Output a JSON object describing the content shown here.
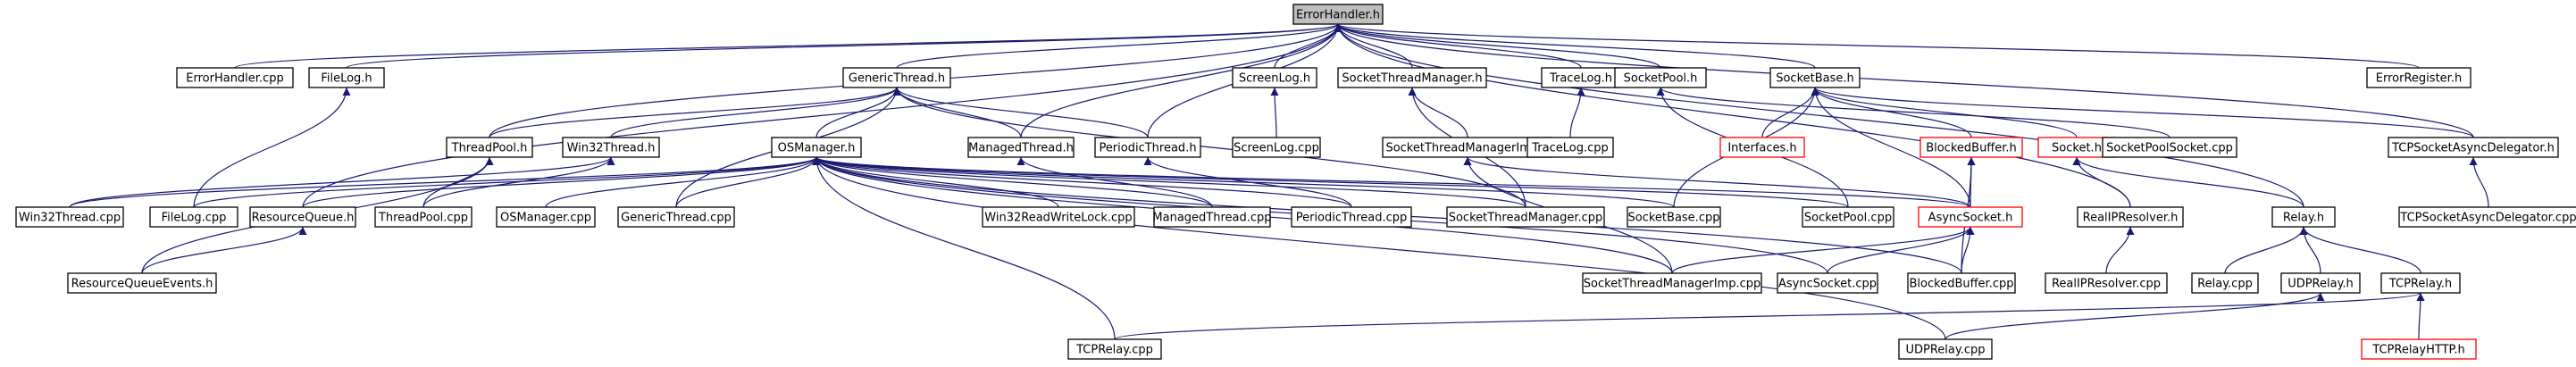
{
  "diagram": {
    "title": "",
    "colors": {
      "edge": "#191970",
      "node_border": "#000000",
      "missing_border": "#ff0000",
      "root_fill": "#bfbfbf"
    },
    "nodes": [
      {
        "id": "ErrorHandler_h",
        "label": "ErrorHandler.h",
        "root": true
      },
      {
        "id": "ErrorHandler_cpp",
        "label": "ErrorHandler.cpp"
      },
      {
        "id": "FileLog_h",
        "label": "FileLog.h"
      },
      {
        "id": "GenericThread_h",
        "label": "GenericThread.h"
      },
      {
        "id": "ScreenLog_h",
        "label": "ScreenLog.h"
      },
      {
        "id": "SocketThreadManager_h",
        "label": "SocketThreadManager.h"
      },
      {
        "id": "TraceLog_h",
        "label": "TraceLog.h"
      },
      {
        "id": "SocketBase_h",
        "label": "SocketBase.h"
      },
      {
        "id": "SocketPool_h",
        "label": "SocketPool.h"
      },
      {
        "id": "ErrorRegister_h",
        "label": "ErrorRegister.h"
      },
      {
        "id": "ThreadPool_h",
        "label": "ThreadPool.h"
      },
      {
        "id": "Win32Thread_h",
        "label": "Win32Thread.h"
      },
      {
        "id": "OSManager_h",
        "label": "OSManager.h"
      },
      {
        "id": "ManagedThread_h",
        "label": "ManagedThread.h"
      },
      {
        "id": "PeriodicThread_h",
        "label": "PeriodicThread.h"
      },
      {
        "id": "ScreenLog_cpp",
        "label": "ScreenLog.cpp"
      },
      {
        "id": "SocketThreadManagerImp_h",
        "label": "SocketThreadManagerImp.h"
      },
      {
        "id": "TraceLog_cpp",
        "label": "TraceLog.cpp"
      },
      {
        "id": "Interfaces_h",
        "label": "Interfaces.h",
        "missing": true
      },
      {
        "id": "BlockedBuffer_h",
        "label": "BlockedBuffer.h",
        "missing": true
      },
      {
        "id": "Socket_h",
        "label": "Socket.h",
        "missing": true
      },
      {
        "id": "SocketPoolSocket_cpp",
        "label": "SocketPoolSocket.cpp"
      },
      {
        "id": "TCPSocketAsyncDelegator_h",
        "label": "TCPSocketAsyncDelegator.h"
      },
      {
        "id": "Win32Thread_cpp",
        "label": "Win32Thread.cpp"
      },
      {
        "id": "FileLog_cpp",
        "label": "FileLog.cpp"
      },
      {
        "id": "ResourceQueue_h",
        "label": "ResourceQueue.h"
      },
      {
        "id": "ThreadPool_cpp",
        "label": "ThreadPool.cpp"
      },
      {
        "id": "OSManager_cpp",
        "label": "OSManager.cpp"
      },
      {
        "id": "GenericThread_cpp",
        "label": "GenericThread.cpp"
      },
      {
        "id": "Win32ReadWriteLock_cpp",
        "label": "Win32ReadWriteLock.cpp"
      },
      {
        "id": "ManagedThread_cpp",
        "label": "ManagedThread.cpp"
      },
      {
        "id": "PeriodicThread_cpp",
        "label": "PeriodicThread.cpp"
      },
      {
        "id": "SocketThreadManager_cpp",
        "label": "SocketThreadManager.cpp"
      },
      {
        "id": "SocketBase_cpp",
        "label": "SocketBase.cpp"
      },
      {
        "id": "SocketPool_cpp",
        "label": "SocketPool.cpp"
      },
      {
        "id": "AsyncSocket_h",
        "label": "AsyncSocket.h",
        "missing": true
      },
      {
        "id": "RealIPResolver_h",
        "label": "RealIPResolver.h"
      },
      {
        "id": "Relay_h",
        "label": "Relay.h"
      },
      {
        "id": "TCPSocketAsyncDelegator_cpp",
        "label": "TCPSocketAsyncDelegator.cpp"
      },
      {
        "id": "ResourceQueueEvents_h",
        "label": "ResourceQueueEvents.h"
      },
      {
        "id": "SocketThreadManagerImp_cpp",
        "label": "SocketThreadManagerImp.cpp"
      },
      {
        "id": "AsyncSocket_cpp",
        "label": "AsyncSocket.cpp"
      },
      {
        "id": "BlockedBuffer_cpp",
        "label": "BlockedBuffer.cpp"
      },
      {
        "id": "RealIPResolver_cpp",
        "label": "RealIPResolver.cpp"
      },
      {
        "id": "Relay_cpp",
        "label": "Relay.cpp"
      },
      {
        "id": "UDPRelay_h",
        "label": "UDPRelay.h"
      },
      {
        "id": "TCPRelay_h",
        "label": "TCPRelay.h"
      },
      {
        "id": "TCPRelay_cpp",
        "label": "TCPRelay.cpp"
      },
      {
        "id": "UDPRelay_cpp",
        "label": "UDPRelay.cpp"
      },
      {
        "id": "TCPRelayHTTP_h",
        "label": "TCPRelayHTTP.h",
        "missing": true
      }
    ],
    "edges": [
      [
        "ErrorHandler_cpp",
        "ErrorHandler_h"
      ],
      [
        "FileLog_h",
        "ErrorHandler_h"
      ],
      [
        "GenericThread_h",
        "ErrorHandler_h"
      ],
      [
        "ScreenLog_h",
        "ErrorHandler_h"
      ],
      [
        "SocketThreadManager_h",
        "ErrorHandler_h"
      ],
      [
        "TraceLog_h",
        "ErrorHandler_h"
      ],
      [
        "SocketBase_h",
        "ErrorHandler_h"
      ],
      [
        "SocketPool_h",
        "ErrorHandler_h"
      ],
      [
        "ErrorRegister_h",
        "ErrorHandler_h"
      ],
      [
        "ThreadPool_h",
        "ErrorHandler_h"
      ],
      [
        "ManagedThread_h",
        "ErrorHandler_h"
      ],
      [
        "PeriodicThread_h",
        "ErrorHandler_h"
      ],
      [
        "ResourceQueue_h",
        "ErrorHandler_h"
      ],
      [
        "TCPSocketAsyncDelegator_h",
        "ErrorHandler_h"
      ],
      [
        "RealIPResolver_h",
        "ErrorHandler_h"
      ],
      [
        "Relay_h",
        "ErrorHandler_h"
      ],
      [
        "FileLog_cpp",
        "FileLog_h"
      ],
      [
        "ThreadPool_h",
        "GenericThread_h"
      ],
      [
        "Win32Thread_h",
        "GenericThread_h"
      ],
      [
        "OSManager_h",
        "GenericThread_h"
      ],
      [
        "ManagedThread_h",
        "GenericThread_h"
      ],
      [
        "PeriodicThread_h",
        "GenericThread_h"
      ],
      [
        "GenericThread_cpp",
        "GenericThread_h"
      ],
      [
        "SocketThreadManager_cpp",
        "GenericThread_h"
      ],
      [
        "ScreenLog_cpp",
        "ScreenLog_h"
      ],
      [
        "SocketThreadManagerImp_h",
        "SocketThreadManager_h"
      ],
      [
        "SocketThreadManager_cpp",
        "SocketThreadManager_h"
      ],
      [
        "TraceLog_cpp",
        "TraceLog_h"
      ],
      [
        "Interfaces_h",
        "SocketBase_h"
      ],
      [
        "BlockedBuffer_h",
        "SocketBase_h"
      ],
      [
        "Socket_h",
        "SocketBase_h"
      ],
      [
        "SocketBase_cpp",
        "SocketBase_h"
      ],
      [
        "AsyncSocket_h",
        "SocketBase_h"
      ],
      [
        "TCPSocketAsyncDelegator_h",
        "SocketBase_h"
      ],
      [
        "SocketPoolSocket_cpp",
        "SocketPool_h"
      ],
      [
        "SocketPool_cpp",
        "SocketPool_h"
      ],
      [
        "ThreadPool_cpp",
        "ThreadPool_h"
      ],
      [
        "ResourceQueueEvents_h",
        "ThreadPool_h"
      ],
      [
        "Win32Thread_cpp",
        "Win32Thread_h"
      ],
      [
        "ThreadPool_cpp",
        "Win32Thread_h"
      ],
      [
        "Win32Thread_cpp",
        "OSManager_h"
      ],
      [
        "FileLog_cpp",
        "OSManager_h"
      ],
      [
        "ResourceQueue_h",
        "OSManager_h"
      ],
      [
        "OSManager_cpp",
        "OSManager_h"
      ],
      [
        "GenericThread_cpp",
        "OSManager_h"
      ],
      [
        "Win32ReadWriteLock_cpp",
        "OSManager_h"
      ],
      [
        "ManagedThread_cpp",
        "OSManager_h"
      ],
      [
        "PeriodicThread_cpp",
        "OSManager_h"
      ],
      [
        "SocketThreadManager_cpp",
        "OSManager_h"
      ],
      [
        "SocketBase_cpp",
        "OSManager_h"
      ],
      [
        "SocketPool_cpp",
        "OSManager_h"
      ],
      [
        "AsyncSocket_h",
        "OSManager_h"
      ],
      [
        "SocketThreadManagerImp_cpp",
        "OSManager_h"
      ],
      [
        "AsyncSocket_cpp",
        "OSManager_h"
      ],
      [
        "BlockedBuffer_cpp",
        "OSManager_h"
      ],
      [
        "TCPRelay_cpp",
        "OSManager_h"
      ],
      [
        "UDPRelay_cpp",
        "OSManager_h"
      ],
      [
        "ManagedThread_cpp",
        "ManagedThread_h"
      ],
      [
        "PeriodicThread_cpp",
        "PeriodicThread_h"
      ],
      [
        "SocketThreadManagerImp_cpp",
        "SocketThreadManagerImp_h"
      ],
      [
        "AsyncSocket_h",
        "SocketThreadManagerImp_h"
      ],
      [
        "AsyncSocket_h",
        "BlockedBuffer_h"
      ],
      [
        "BlockedBuffer_cpp",
        "BlockedBuffer_h"
      ],
      [
        "RealIPResolver_h",
        "Socket_h"
      ],
      [
        "Relay_h",
        "Socket_h"
      ],
      [
        "TCPSocketAsyncDelegator_cpp",
        "TCPSocketAsyncDelegator_h"
      ],
      [
        "ResourceQueueEvents_h",
        "ResourceQueue_h"
      ],
      [
        "SocketThreadManagerImp_cpp",
        "AsyncSocket_h"
      ],
      [
        "AsyncSocket_cpp",
        "AsyncSocket_h"
      ],
      [
        "BlockedBuffer_cpp",
        "AsyncSocket_h"
      ],
      [
        "RealIPResolver_cpp",
        "RealIPResolver_h"
      ],
      [
        "Relay_cpp",
        "Relay_h"
      ],
      [
        "UDPRelay_h",
        "Relay_h"
      ],
      [
        "TCPRelay_h",
        "Relay_h"
      ],
      [
        "UDPRelay_cpp",
        "UDPRelay_h"
      ],
      [
        "TCPRelay_cpp",
        "TCPRelay_h"
      ],
      [
        "TCPRelayHTTP_h",
        "TCPRelay_h"
      ]
    ]
  }
}
